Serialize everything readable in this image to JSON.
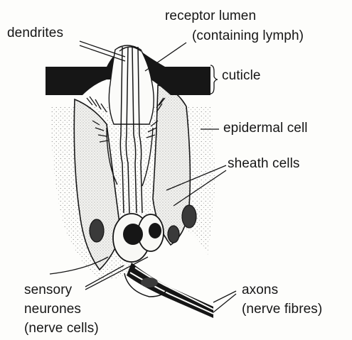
{
  "labels": {
    "dendrites": "dendrites",
    "receptor_lumen": "receptor lumen",
    "receptor_lumen_note": "(containing lymph)",
    "cuticle": "cuticle",
    "epidermal_cell": "epidermal cell",
    "sheath_cells": "sheath cells",
    "sensory": "sensory",
    "neurones": "neurones",
    "neurones_note": "(nerve cells)",
    "axons": "axons",
    "axons_note": "(nerve fibres)"
  },
  "colors": {
    "ink": "#161616",
    "background": "#fdfdfb",
    "cell_fill": "#f1f1ee",
    "stipple": "#6a6a6a"
  }
}
